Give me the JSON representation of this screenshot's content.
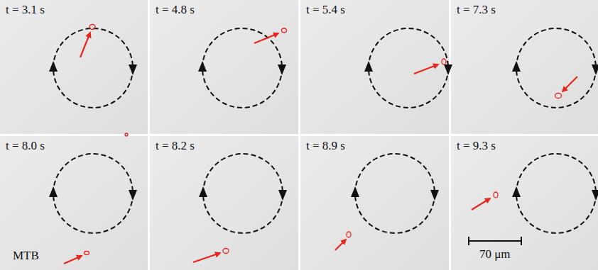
{
  "diagram": {
    "labels": [
      "t = 3.1 s",
      "t = 4.8 s",
      "t = 5.4 s",
      "t = 7.3 s",
      "t = 8.0 s",
      "t = 8.2 s",
      "t = 8.9 s",
      "t = 9.3 s",
      "MTB",
      "70 μm"
    ]
  }
}
